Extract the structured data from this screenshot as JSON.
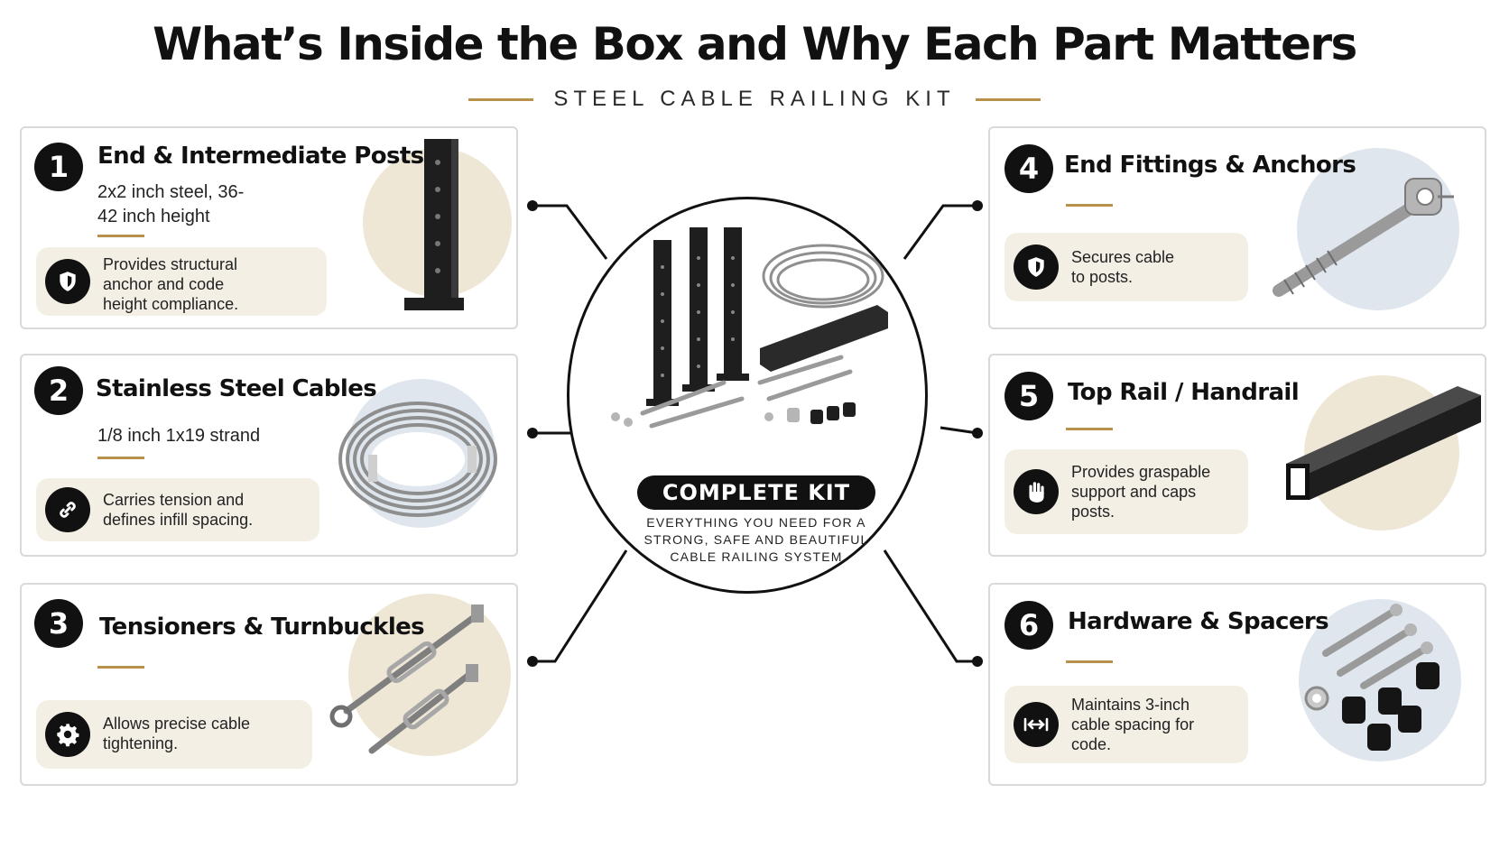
{
  "header": {
    "title": "What’s Inside the Box and Why Each Part Matters",
    "subtitle": "STEEL CABLE RAILING KIT"
  },
  "center": {
    "label": "COMPLETE KIT",
    "description": "EVERYTHING YOU NEED FOR A STRONG, SAFE AND BEAUTIFUL CABLE RAILING SYSTEM"
  },
  "components": [
    {
      "number": "1",
      "title": "End & Intermediate Posts",
      "spec": "2x2 inch steel, 36-42 inch height",
      "benefit": "Provides structural anchor and code height compliance.",
      "icon": "shield-icon"
    },
    {
      "number": "2",
      "title": "Stainless Steel Cables",
      "spec": "1/8 inch 1x19 strand",
      "benefit": "Carries tension and defines infill spacing.",
      "icon": "link-icon"
    },
    {
      "number": "3",
      "title": "Tensioners & Turnbuckles",
      "spec": "",
      "benefit": "Allows precise cable tightening.",
      "icon": "gear-icon"
    },
    {
      "number": "4",
      "title": "End Fittings & Anchors",
      "spec": "",
      "benefit": "Secures cable to posts.",
      "icon": "shield-icon"
    },
    {
      "number": "5",
      "title": "Top Rail / Handrail",
      "spec": "",
      "benefit": "Provides graspable support and caps posts.",
      "icon": "hand-icon"
    },
    {
      "number": "6",
      "title": "Hardware & Spacers",
      "spec": "",
      "benefit": "Maintains 3-inch cable spacing for code.",
      "icon": "spacing-icon"
    }
  ],
  "colors": {
    "accent_gold": "#b8914a",
    "benefit_bg": "#f4efe5",
    "blob_cream": "#efe7d6",
    "blob_blue": "#dfe6ee",
    "ink": "#111111"
  }
}
